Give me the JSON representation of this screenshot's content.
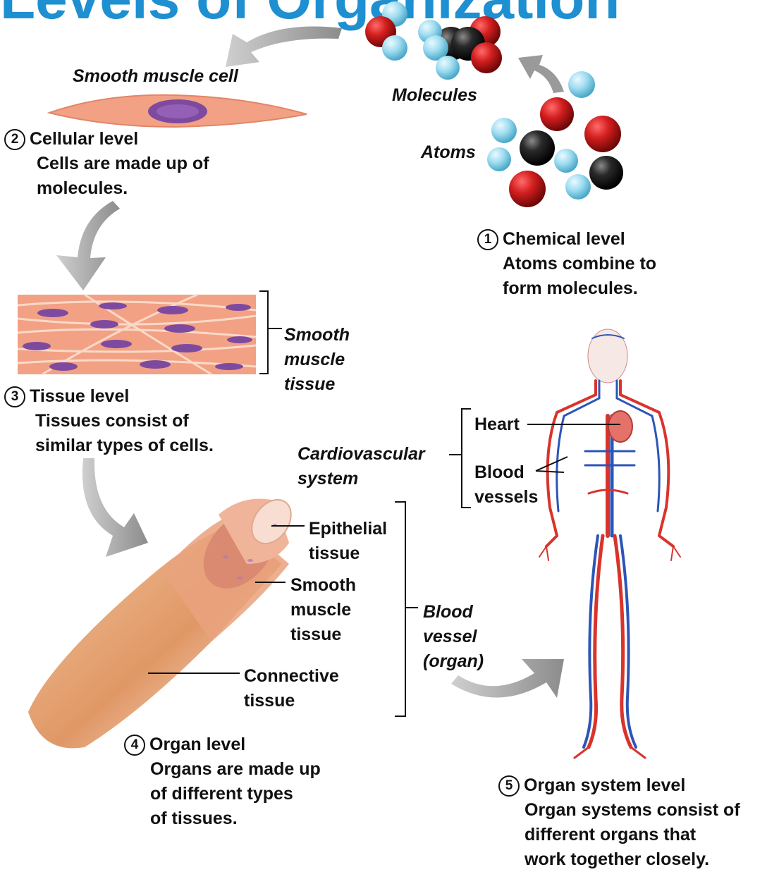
{
  "title_fragment": "Levels of Organization",
  "levels": {
    "chemical": {
      "num": "1",
      "title": "Chemical level",
      "lines": [
        "Atoms combine to",
        "form molecules."
      ]
    },
    "cellular": {
      "num": "2",
      "title": "Cellular level",
      "lines": [
        "Cells are made up of",
        "molecules."
      ]
    },
    "tissue": {
      "num": "3",
      "title": "Tissue level",
      "lines": [
        "Tissues consist of",
        "similar types of cells."
      ]
    },
    "organ": {
      "num": "4",
      "title": "Organ level",
      "lines": [
        "Organs are made up",
        "of different types",
        "of tissues."
      ]
    },
    "organ_system": {
      "num": "5",
      "title": "Organ system level",
      "lines": [
        "Organ systems consist of",
        "different organs that",
        "work together closely."
      ]
    }
  },
  "labels": {
    "smooth_muscle_cell": "Smooth muscle cell",
    "molecules": "Molecules",
    "atoms": "Atoms",
    "smooth_muscle_tissue": [
      "Smooth",
      "muscle",
      "tissue"
    ],
    "epithelial_tissue": [
      "Epithelial",
      "tissue"
    ],
    "smooth_muscle_tissue_organ": [
      "Smooth",
      "muscle",
      "tissue"
    ],
    "connective_tissue": [
      "Connective",
      "tissue"
    ],
    "blood_vessel_organ": [
      "Blood",
      "vessel",
      "(organ)"
    ],
    "cardiovascular_system": [
      "Cardiovascular",
      "system"
    ],
    "heart": "Heart",
    "blood_vessels": [
      "Blood",
      "vessels"
    ]
  },
  "colors": {
    "arrow": "#9a9a9a",
    "oxygen_atom": "#cc1f1f",
    "hydrogen_atom": "#8fd4ea",
    "carbon_atom": "#1a1a1a",
    "muscle": "#f2a184",
    "nucleus": "#7e4aa0",
    "artery": "#d8342c",
    "vein": "#2c55b8",
    "title": "#1e8fd0"
  }
}
